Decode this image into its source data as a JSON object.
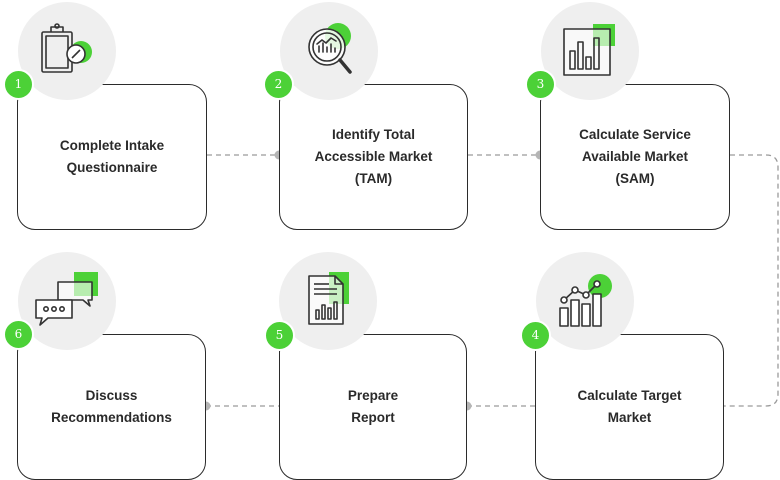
{
  "colors": {
    "accent_green": "#4cd137",
    "icon_circle_bg": "#efefef",
    "card_border": "#2b2b2b",
    "connector": "#9a9a9a"
  },
  "steps": [
    {
      "number": "1",
      "icon": "clipboard-check-icon",
      "lines": [
        "Complete Intake",
        "Questionnaire"
      ]
    },
    {
      "number": "2",
      "icon": "magnifier-chart-icon",
      "lines": [
        "Identify Total",
        "Accessible Market",
        "(TAM)"
      ]
    },
    {
      "number": "3",
      "icon": "bar-chart-icon",
      "lines": [
        "Calculate Service",
        "Available Market",
        "(SAM)"
      ]
    },
    {
      "number": "4",
      "icon": "trend-chart-icon",
      "lines": [
        "Calculate Target",
        "Market"
      ]
    },
    {
      "number": "5",
      "icon": "report-document-icon",
      "lines": [
        "Prepare",
        "Report"
      ]
    },
    {
      "number": "6",
      "icon": "chat-bubbles-icon",
      "lines": [
        "Discuss",
        "Recommendations"
      ]
    }
  ]
}
